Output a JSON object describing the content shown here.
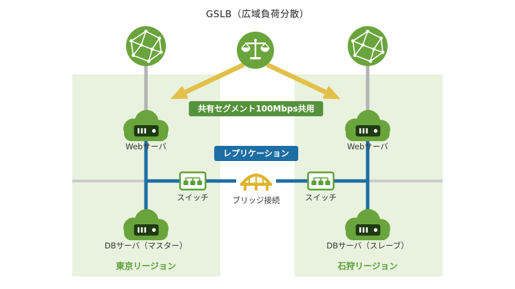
{
  "title": "GSLB（広域負荷分散）",
  "badges": {
    "shared_segment": "共有セグメント100Mbps共用",
    "replication": "レプリケーション"
  },
  "nodes": {
    "web_left": {
      "label": "Webサーバ"
    },
    "web_right": {
      "label": "Webサーバ"
    },
    "switch_left": {
      "label": "スイッチ"
    },
    "switch_right": {
      "label": "スイッチ"
    },
    "bridge": {
      "label": "ブリッジ接続"
    },
    "db_left": {
      "label": "DBサーバ（マスター）"
    },
    "db_right": {
      "label": "DBサーバ（スレーブ）"
    }
  },
  "regions": {
    "left": {
      "label": "東京リージョン"
    },
    "right": {
      "label": "石狩リージョン"
    }
  },
  "colors": {
    "icon_green": "#6aa43c",
    "region_bg": "#e9f2df",
    "badge_green": "#55923c",
    "badge_blue": "#1c6ea4",
    "line_blue": "#1c6ea4",
    "line_gray": "#b3b3b3",
    "line_light_gray": "#cbcbcb",
    "arrow_yellow": "#e2c04a",
    "bridge_gold": "#ddb52f",
    "region_label_green": "#5a9e37"
  }
}
